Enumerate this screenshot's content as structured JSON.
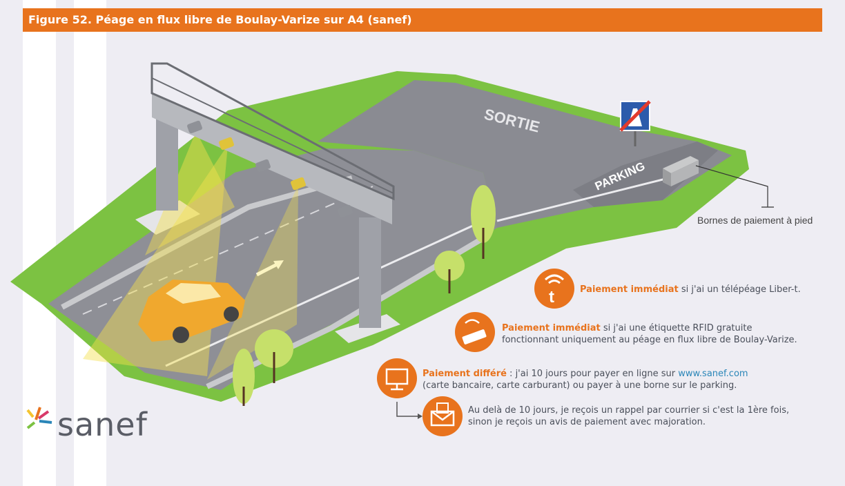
{
  "figure": {
    "title": "Figure 52. Péage en flux libre de Boulay-Varize sur A4 (sanef)"
  },
  "road_labels": {
    "sortie": "SORTIE",
    "parking": "PARKING"
  },
  "kiosk_label": "Bornes de paiement à pied",
  "legend": {
    "item1": {
      "bold": "Paiement immédiat",
      "rest": " si j'ai un télépéage Liber-t.",
      "icon": "liber-t-badge-icon"
    },
    "item2": {
      "bold": "Paiement immédiat",
      "rest1": " si j'ai une étiquette RFID gratuite",
      "rest2": "fonctionnant uniquement au péage en flux libre de Boulay-Varize.",
      "icon": "rfid-tag-icon"
    },
    "item3": {
      "bold": "Paiement différé",
      "rest1a": " : j'ai 10 jours pour payer en ligne sur ",
      "link": "www.sanef.com",
      "rest2": "(carte bancaire, carte carburant) ou payer à une borne sur le parking.",
      "icon": "computer-icon"
    },
    "item4": {
      "line1": "Au delà de 10 jours, je reçois un rappel par courrier si c'est la 1ère fois,",
      "line2": "sinon je reçois un avis de paiement avec majoration.",
      "icon": "letter-icon"
    }
  },
  "logo": {
    "text": "sanef"
  },
  "colors": {
    "accent": "#e8731d",
    "grass": "#7cc242",
    "road": "#8e8f96",
    "link": "#2a86b8"
  }
}
